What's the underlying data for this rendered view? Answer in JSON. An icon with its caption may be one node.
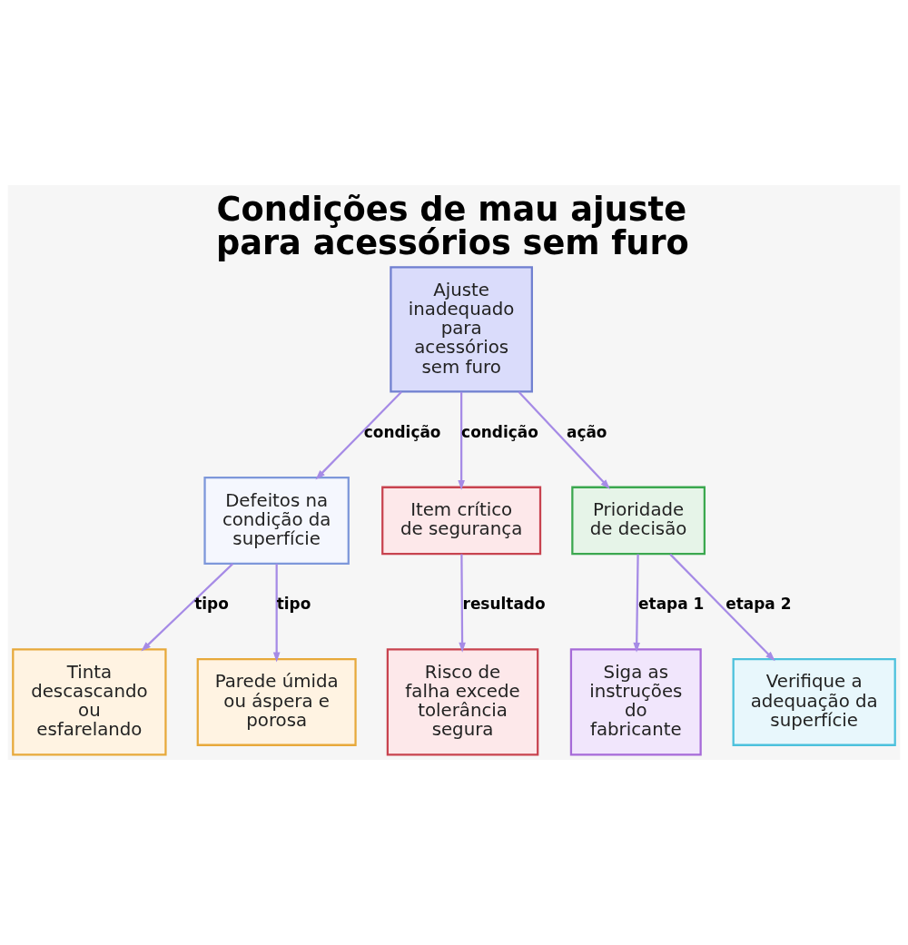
{
  "diagram": {
    "title": "Condições de mau ajuste para acessórios sem furo",
    "nodes": [
      {
        "text": [
          "Ajuste inadequado para acessórios sem furo"
        ]
      },
      {
        "text": [
          "Defeitos na condição da superfície"
        ]
      },
      {
        "text": [
          "Item crítico de segurança"
        ]
      },
      {
        "text": [
          "Prioridade de decisão"
        ]
      },
      {
        "text": [
          "Tinta descascando ou esfarelando"
        ]
      },
      {
        "text": [
          "Parede úmida ou áspera e porosa"
        ]
      },
      {
        "text": [
          "Risco de falha excede tolerância segura"
        ]
      },
      {
        "text": [
          "Siga as instruções do fabricante"
        ]
      },
      {
        "text": [
          "Verifique a adequação da superfície"
        ]
      }
    ],
    "edges": [
      {
        "from": 0,
        "to": 1,
        "arrow": "to",
        "label": "condição"
      },
      {
        "from": 0,
        "to": 2,
        "arrow": "to",
        "label": "condição"
      },
      {
        "from": 0,
        "to": 3,
        "arrow": "to",
        "label": "ação"
      },
      {
        "from": 1,
        "to": 4,
        "arrow": "to",
        "label": "tipo"
      },
      {
        "from": 1,
        "to": 5,
        "arrow": "to",
        "label": "tipo"
      },
      {
        "from": 2,
        "to": 6,
        "arrow": "to",
        "label": "resultado"
      },
      {
        "from": 3,
        "to": 7,
        "arrow": "to",
        "label": "etapa 1"
      },
      {
        "from": 3,
        "to": 8,
        "arrow": "to",
        "label": "etapa 2"
      }
    ]
  }
}
